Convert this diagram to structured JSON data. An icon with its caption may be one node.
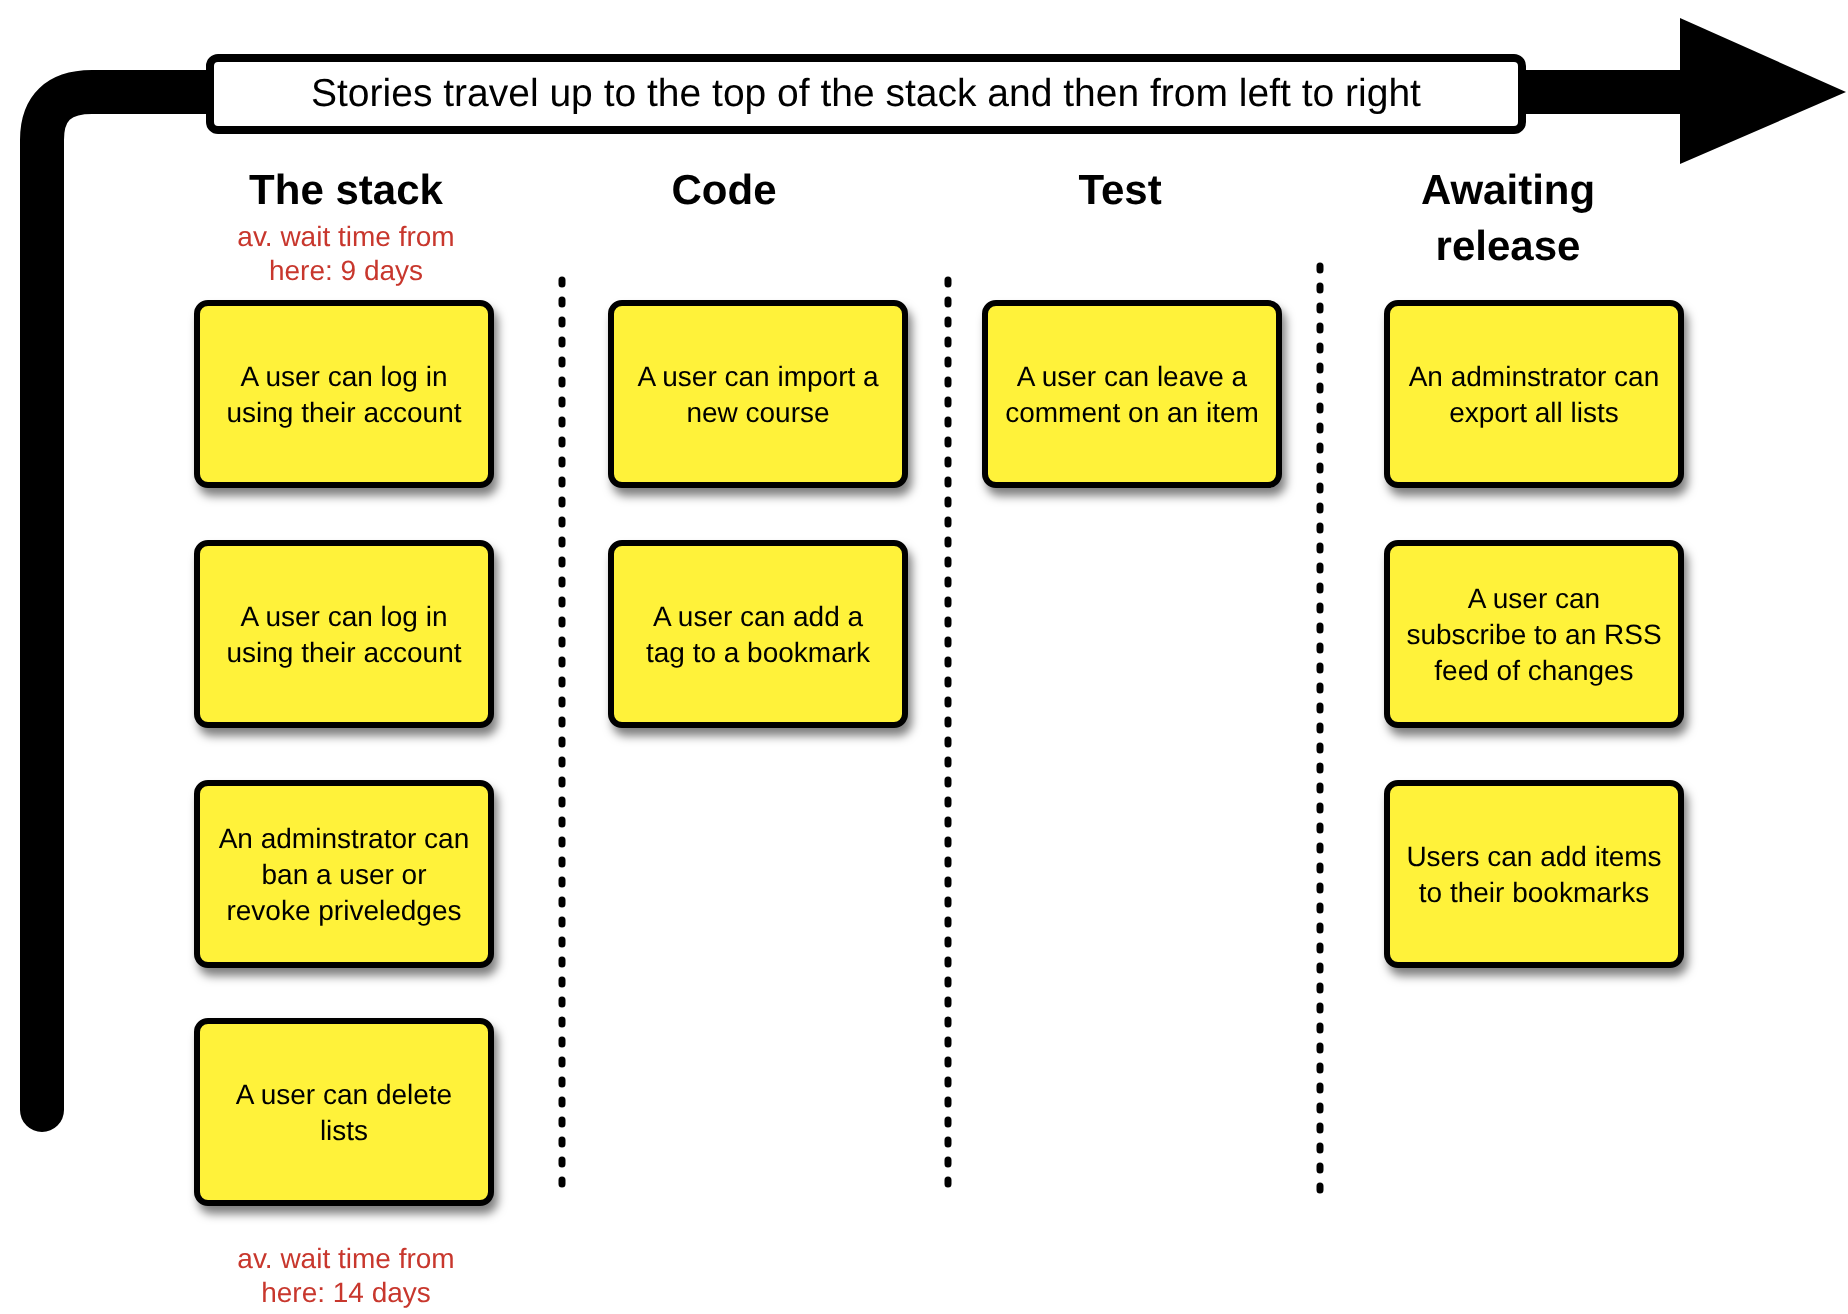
{
  "diagram": {
    "nodes": [
      {
        "text": [
          "Stories travel up to the top of the stack and then from left to right"
        ]
      },
      {
        "text": [
          "A user can log in using their account"
        ]
      },
      {
        "text": [
          "A user can log in using their account"
        ]
      },
      {
        "text": [
          "An adminstrator can ban a user or revoke priveledges"
        ]
      },
      {
        "text": [
          "A user can delete lists"
        ]
      },
      {
        "text": [
          "A user can import a new course"
        ]
      },
      {
        "text": [
          "A user can add a tag to a bookmark"
        ]
      },
      {
        "text": [
          "A user can leave a comment on an item"
        ]
      },
      {
        "text": [
          "An adminstrator can export all lists"
        ]
      },
      {
        "text": [
          "A user can subscribe to an RSS feed of changes"
        ]
      },
      {
        "text": [
          "Users can add items to their bookmarks"
        ]
      }
    ],
    "edges": [],
    "labels": [
      "The stack",
      "av. wait time from here: 9 days",
      "Code",
      "Test",
      "Awaiting release",
      "av. wait time from here: 14 days"
    ]
  }
}
